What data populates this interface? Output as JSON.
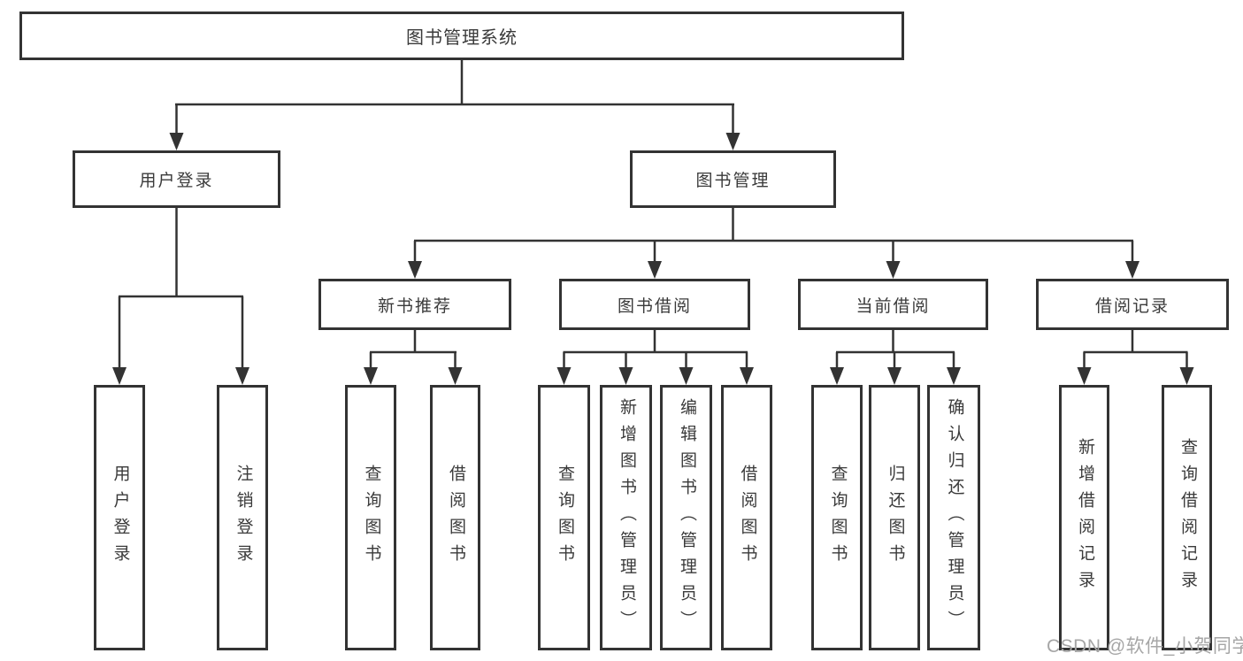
{
  "diagram": {
    "root_label": "图书管理系统",
    "user_login": {
      "label": "用户登录",
      "children": [
        "用户登录",
        "注销登录"
      ]
    },
    "book_management": {
      "label": "图书管理",
      "sections": {
        "new_book": {
          "label": "新书推荐",
          "children": [
            "查询图书",
            "借阅图书"
          ]
        },
        "borrow": {
          "label": "图书借阅",
          "children": [
            "查询图书",
            "新增图书（管理员）",
            "编辑图书（管理员）",
            "借阅图书"
          ]
        },
        "current": {
          "label": "当前借阅",
          "children": [
            "查询图书",
            "归还图书",
            "确认归还（管理员）"
          ]
        },
        "record": {
          "label": "借阅记录",
          "children": [
            "新增借阅记录",
            "查询借阅记录"
          ]
        }
      }
    },
    "watermark": "CSDN @软件_小贺同学"
  },
  "colors": {
    "line": "#333333",
    "box_border": "#333333",
    "text": "#3a3a3a",
    "watermark": "#a6a6a6",
    "background": "#ffffff"
  }
}
